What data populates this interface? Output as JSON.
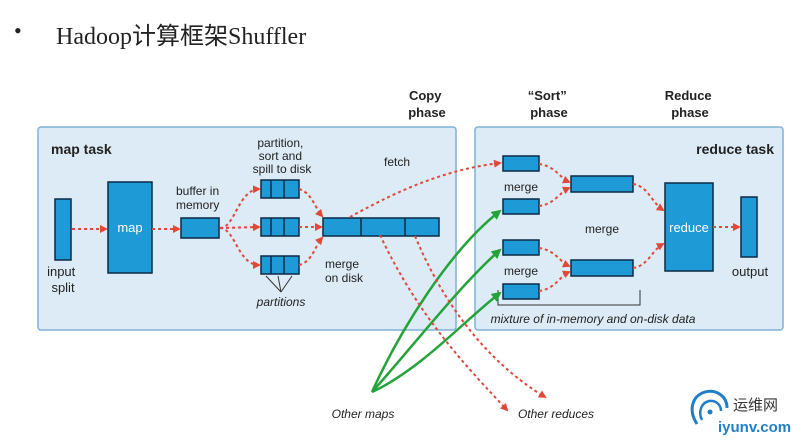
{
  "slide": {
    "bullet": "•",
    "title": "Hadoop计算框架Shuffler"
  },
  "phases": {
    "copy": [
      "Copy",
      "phase"
    ],
    "sort": [
      "“Sort”",
      "phase"
    ],
    "reduce": [
      "Reduce",
      "phase"
    ]
  },
  "map_task": {
    "title": "map task",
    "input_split": [
      "input",
      "split"
    ],
    "map": "map",
    "buffer": [
      "buffer in",
      "memory"
    ],
    "partition_sort": [
      "partition,",
      "sort and",
      "spill to disk"
    ],
    "partitions": "partitions",
    "merge_disk": [
      "merge",
      "on disk"
    ]
  },
  "reduce_task": {
    "title": "reduce task",
    "fetch": "fetch",
    "merge_top": "merge",
    "merge_bottom": "merge",
    "merge_right": "merge",
    "reduce": "reduce",
    "output": "output",
    "mixture": "mixture of in-memory and on-disk data"
  },
  "outside": {
    "other_maps": "Other maps",
    "other_reduces": "Other reduces"
  },
  "watermark": {
    "cn": "运维网",
    "url": "iyunv.com"
  },
  "colors": {
    "block": "#1e9ad6",
    "panel": "#dcebf5",
    "arrow_red": "#e0483a",
    "arrow_green": "#24a33a"
  }
}
